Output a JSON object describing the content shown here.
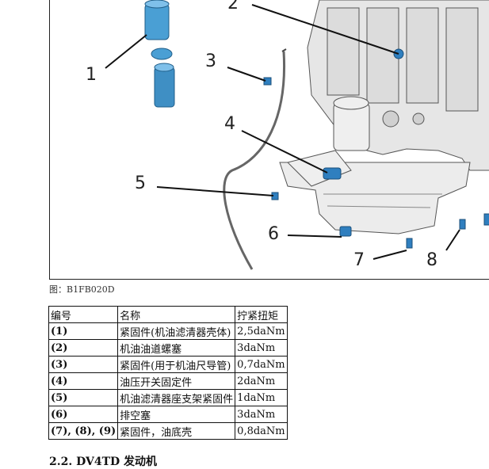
{
  "figure": {
    "callouts": [
      "1",
      "2",
      "3",
      "4",
      "5",
      "6",
      "7",
      "8"
    ],
    "caption": "图：B1FB020D"
  },
  "table": {
    "headers": [
      "编号",
      "名称",
      "拧紧扭矩"
    ],
    "rows": [
      [
        "(1)",
        "紧固件(机油滤清器壳体)",
        "2,5daNm"
      ],
      [
        "(2)",
        "机油油道螺塞",
        "3daNm"
      ],
      [
        "(3)",
        "紧固件(用于机油尺导管)",
        "0,7daNm"
      ],
      [
        "(4)",
        "油压开关固定件",
        "2daNm"
      ],
      [
        "(5)",
        "机油滤清器座支架紧固件",
        "1daNm"
      ],
      [
        "(6)",
        "排空塞",
        "3daNm"
      ],
      [
        "(7), (8), (9)",
        "紧固件，油底壳",
        "0,8daNm"
      ]
    ]
  },
  "next_section": "2.2. DV4TD 发动机"
}
